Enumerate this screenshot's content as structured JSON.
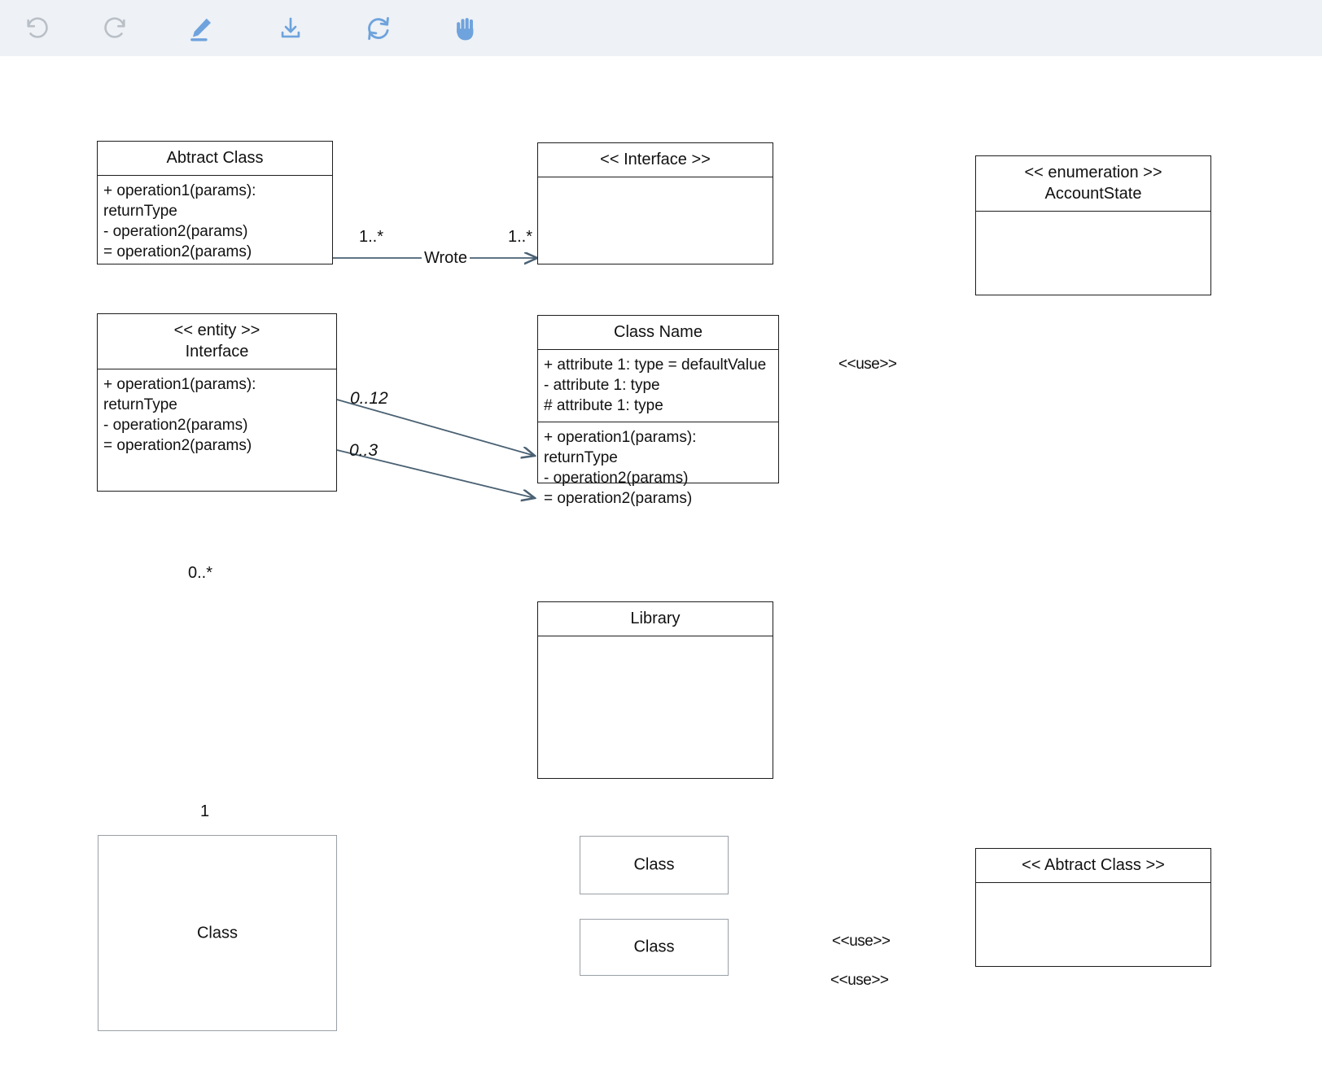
{
  "app": {
    "title": "UML Class Diagram Editor"
  },
  "toolbar": {
    "items": [
      {
        "name": "undo-icon",
        "label": "Undo",
        "state": "disabled"
      },
      {
        "name": "redo-icon",
        "label": "Redo",
        "state": "disabled"
      },
      {
        "name": "pencil-icon",
        "label": "Edit",
        "state": "active"
      },
      {
        "name": "download-icon",
        "label": "Download",
        "state": "active"
      },
      {
        "name": "refresh-icon",
        "label": "Refresh",
        "state": "active"
      },
      {
        "name": "hand-icon",
        "label": "Pan",
        "state": "active"
      }
    ]
  },
  "colors": {
    "toolbar_bg": "#eef1f5",
    "icon_active": "#6ea3dd",
    "icon_disabled": "#b9bfc6",
    "edge_stroke": "#4a6173",
    "box_border": "#1d1d1d",
    "box_border_gray": "#9aa0a6",
    "canvas_bg": "#ffffff"
  },
  "diagram": {
    "type": "uml-class-diagram",
    "nodes": [
      {
        "id": "abtract-class",
        "title": "Abtract Class",
        "stereotype": "",
        "attributes": [],
        "operations": [
          "+ operation1(params): returnType",
          "- operation2(params)",
          "= operation2(params)"
        ]
      },
      {
        "id": "interface-top",
        "title": "<< Interface >>",
        "stereotype": "interface",
        "attributes": [],
        "operations": []
      },
      {
        "id": "enumeration-accountstate",
        "title": "<< enumeration >>",
        "subtitle": "AccountState",
        "stereotype": "enumeration",
        "attributes": [],
        "operations": []
      },
      {
        "id": "entity-interface",
        "title": "<< entity >>",
        "subtitle": "Interface",
        "stereotype": "entity",
        "attributes": [],
        "operations": [
          "+ operation1(params): returnType",
          "- operation2(params)",
          "= operation2(params)"
        ]
      },
      {
        "id": "class-name",
        "title": "Class Name",
        "stereotype": "",
        "attributes": [
          "+ attribute 1: type = defaultValue",
          "- attribute 1: type",
          "# attribute 1: type"
        ],
        "operations": [
          "+ operation1(params): returnType",
          "- operation2(params)",
          "= operation2(params)"
        ]
      },
      {
        "id": "library",
        "title": "Library",
        "stereotype": "",
        "attributes": [],
        "operations": []
      },
      {
        "id": "class-bottom-left",
        "title": "Class",
        "stereotype": "",
        "attributes": [],
        "operations": []
      },
      {
        "id": "class-mid-upper",
        "title": "Class",
        "stereotype": "",
        "attributes": [],
        "operations": []
      },
      {
        "id": "class-mid-lower",
        "title": "Class",
        "stereotype": "",
        "attributes": [],
        "operations": []
      },
      {
        "id": "abtract-class-stereo",
        "title": "<< Abtract Class >>",
        "stereotype": "abstract",
        "attributes": [],
        "operations": []
      }
    ],
    "edges": [
      {
        "id": "wrote",
        "from": "abtract-class",
        "to": "interface-top",
        "label": "Wrote",
        "source_multiplicity": "1..*",
        "target_multiplicity": "1..*",
        "style": "solid",
        "arrow": "open"
      },
      {
        "id": "use-enum",
        "from": "class-name",
        "to": "enumeration-accountstate",
        "label": "<<use>>",
        "style": "dashed",
        "arrow": "open"
      },
      {
        "id": "entity-to-classname-a",
        "from": "entity-interface",
        "to": "class-name",
        "label": "0..12",
        "style": "solid",
        "arrow": "open"
      },
      {
        "id": "entity-to-classname-b",
        "from": "entity-interface",
        "to": "class-name",
        "label": "0..3",
        "style": "solid",
        "arrow": "open"
      },
      {
        "id": "entity-to-class",
        "from": "entity-interface",
        "to": "class-bottom-left",
        "label": "0..*",
        "target_multiplicity": "1",
        "style": "solid",
        "arrow": "open"
      },
      {
        "id": "class-to-library-agg",
        "from": "class-bottom-left",
        "to": "library",
        "label": "",
        "style": "solid",
        "arrow": "aggregation"
      },
      {
        "id": "class-to-library-comp",
        "from": "class-bottom-left",
        "to": "library",
        "label": "",
        "style": "solid",
        "arrow": "composition"
      },
      {
        "id": "classname-to-library",
        "from": "class-name",
        "to": "library",
        "label": "",
        "style": "solid",
        "arrow": "open"
      },
      {
        "id": "classname-to-abtract-agg",
        "from": "class-name",
        "to": "abtract-class-stereo",
        "label": "",
        "style": "solid",
        "arrow": "aggregation"
      },
      {
        "id": "dep-upper",
        "from": "class-bottom-left",
        "to": "class-mid-upper",
        "label": "",
        "style": "dotted",
        "arrow": "hollow-triangle"
      },
      {
        "id": "dep-lower",
        "from": "class-bottom-left",
        "to": "class-mid-lower",
        "label": "",
        "style": "dashed-thick",
        "arrow": "hollow-triangle"
      },
      {
        "id": "use-upper",
        "from": "class-mid-upper",
        "to": "abtract-class-stereo",
        "label": "<<use>>",
        "style": "dotted",
        "arrow": "none"
      },
      {
        "id": "use-lower",
        "from": "class-mid-lower",
        "to": "abtract-class-stereo",
        "label": "<<use>>",
        "style": "dotted",
        "arrow": "none"
      }
    ],
    "edge_labels": {
      "wrote": "Wrote",
      "mult_1star_left": "1..*",
      "mult_1star_right": "1..*",
      "mult_0to12": "0..12",
      "mult_0to3": "0..3",
      "mult_0star": "0..*",
      "mult_1": "1",
      "use_enum": "<<use>>",
      "use_upper": "<<use>>",
      "use_lower": "<<use>>"
    }
  }
}
